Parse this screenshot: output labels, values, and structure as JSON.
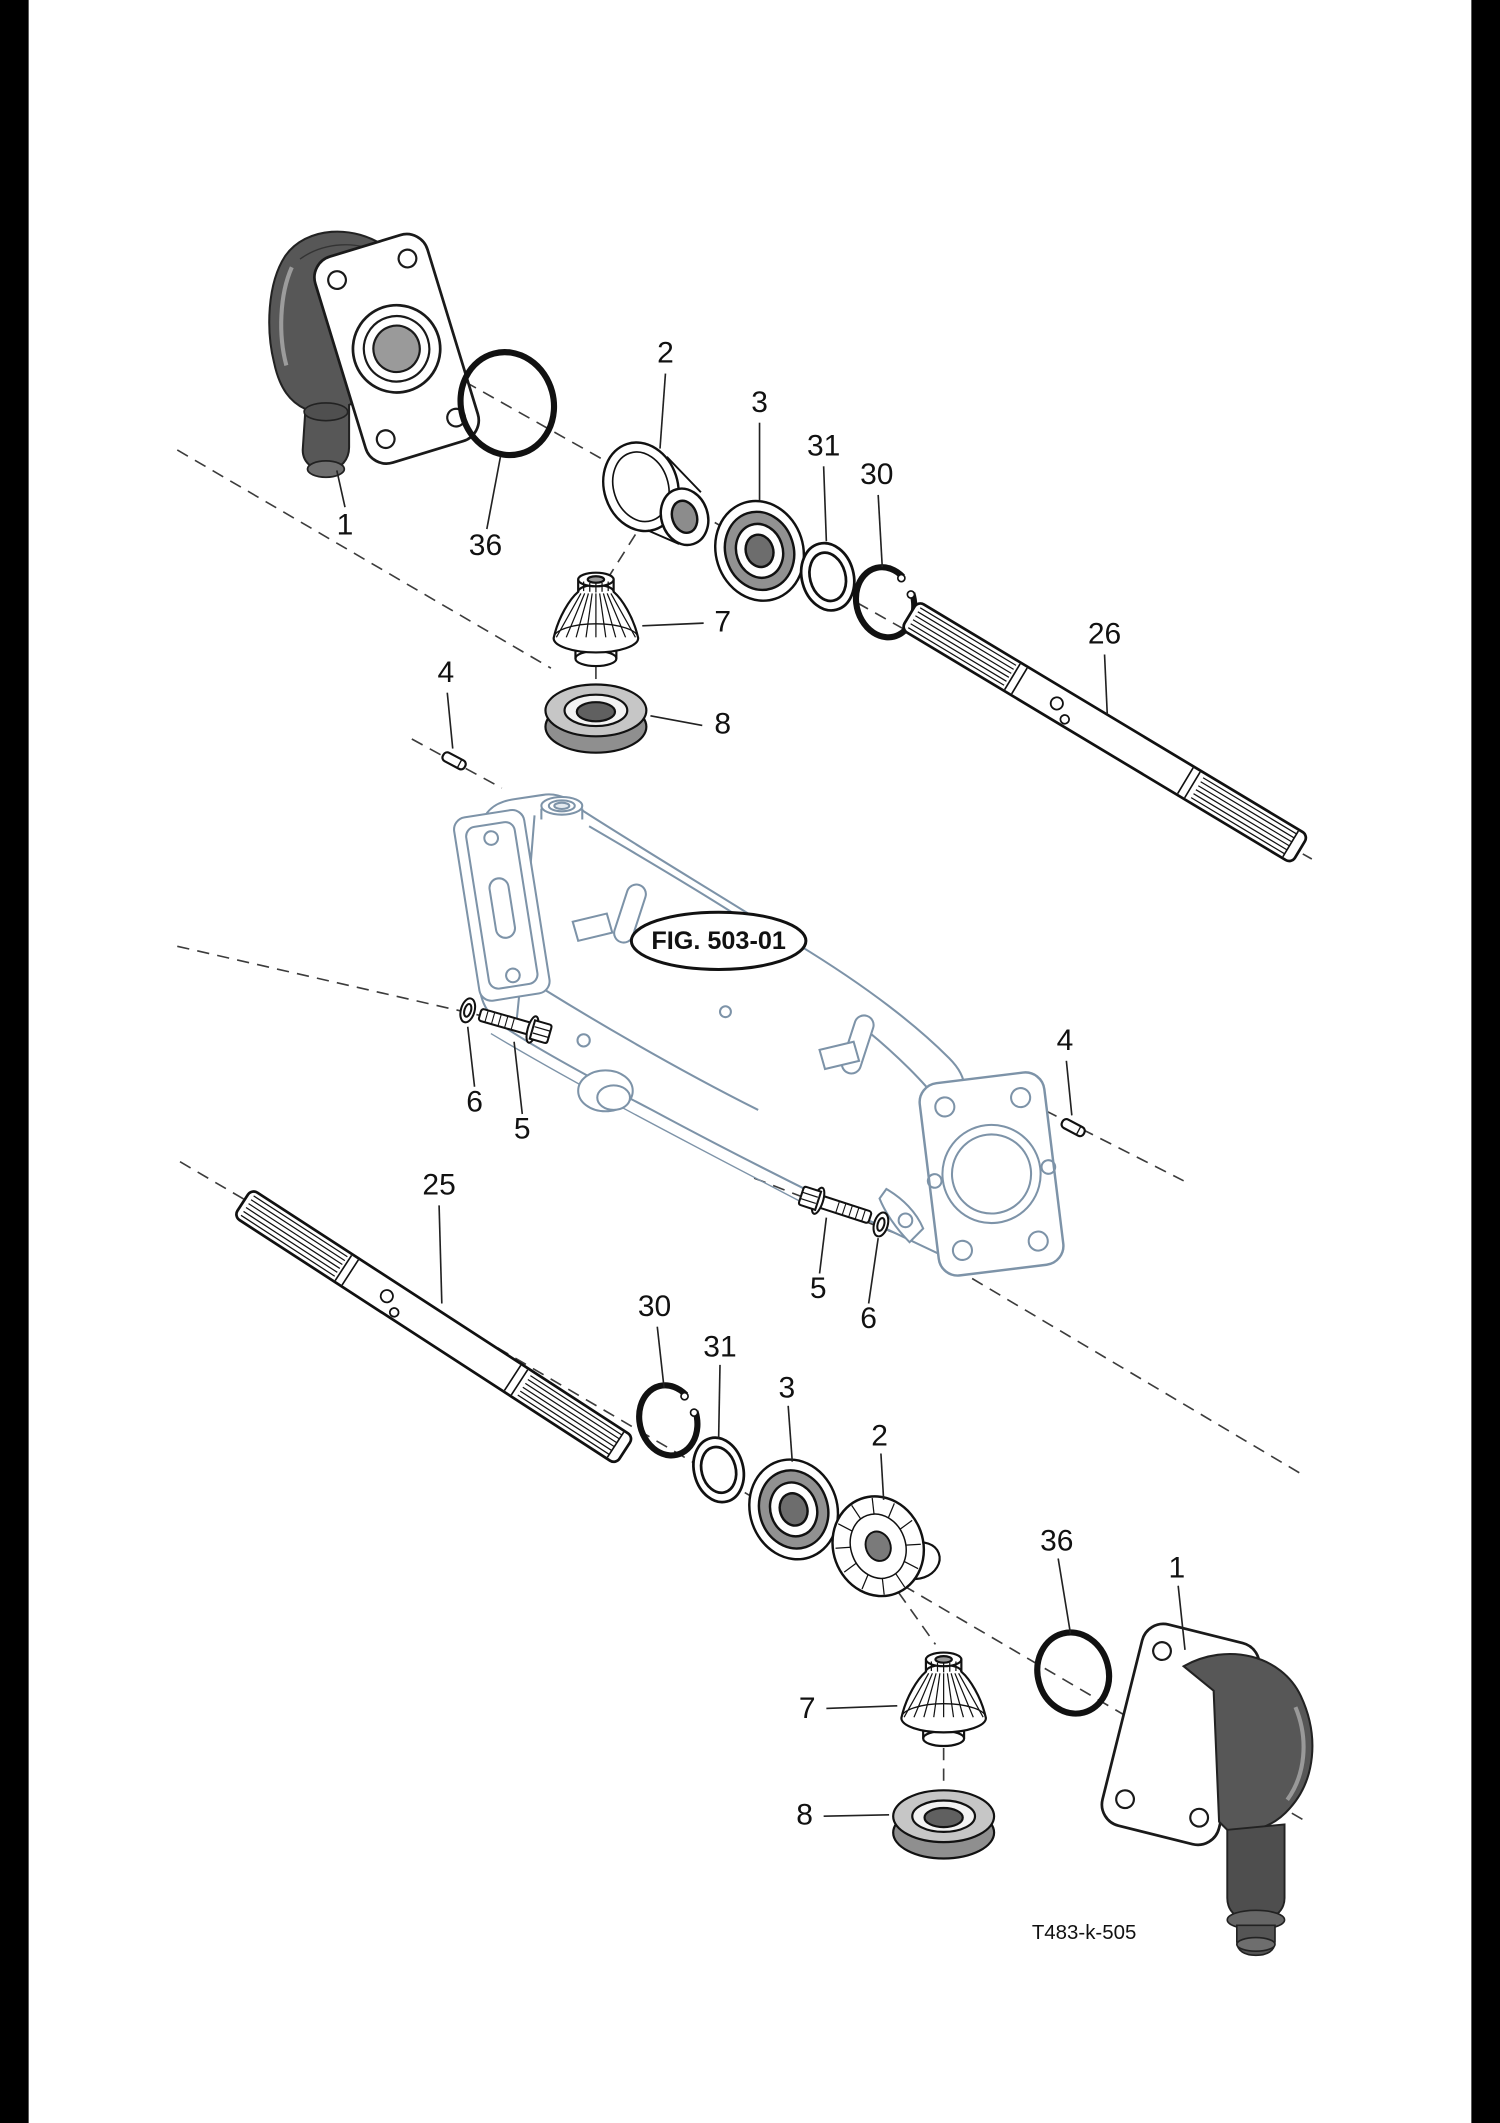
{
  "figure": {
    "title": "FIG. 503-01",
    "drawing_code": "T483-k-505"
  },
  "callouts": {
    "cover_top": "1",
    "oring_top": "36",
    "collar_top": "2",
    "bearing_top": "3",
    "washer_top": "31",
    "snap_ring_top": "30",
    "bevel_gear_top": "7",
    "gear_bearing_top": "8",
    "dowel_pin_top": "4",
    "axle_shaft_right": "26",
    "washer_left": "6",
    "bolt_left": "5",
    "dowel_pin_right": "4",
    "bolt_bottom": "5",
    "washer_bottom": "6",
    "axle_shaft_left": "25",
    "snap_ring_bottom": "30",
    "washer31_bottom": "31",
    "bearing_bottom": "3",
    "side_gear_bottom": "2",
    "bevel_gear_bottom": "7",
    "gear_bearing_bottom": "8",
    "oring_bottom": "36",
    "cover_bottom": "1"
  },
  "colors": {
    "line": "#111111",
    "housing_line": "#7d93a8",
    "casting_shade": "#575757"
  }
}
